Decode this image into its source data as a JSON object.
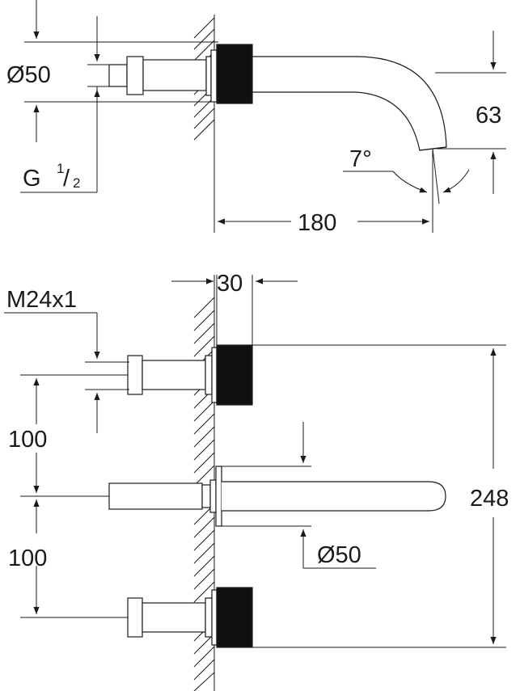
{
  "labels": {
    "diameter_top": "Ø50",
    "thread_g_main": "G",
    "thread_g_num": "1",
    "thread_g_den": "2",
    "dim_63": "63",
    "angle": "7°",
    "dim_180": "180",
    "dim_30": "30",
    "thread_m": "M24x1",
    "dim_100_upper": "100",
    "dim_100_lower": "100",
    "dim_248": "248",
    "diameter_bottom": "Ø50"
  }
}
